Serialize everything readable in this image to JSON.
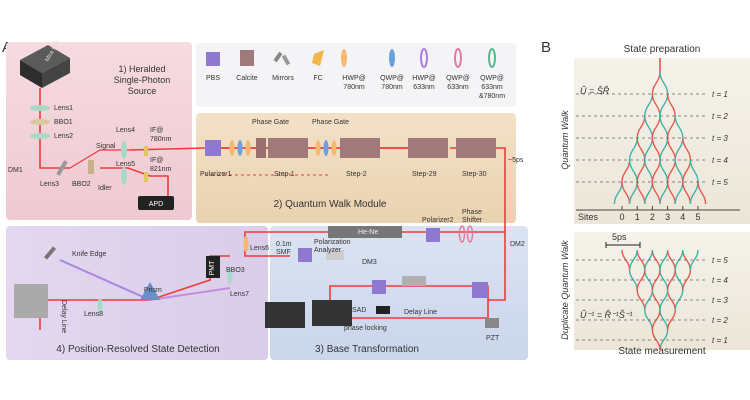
{
  "panel_a": {
    "letter": "A",
    "sections": {
      "source": "1) Heralded Single-Photon Source",
      "source_line1": "1) Heralded",
      "source_line2": "Single-Photon",
      "source_line3": "Source",
      "walk": "2) Quantum Walk Module",
      "base": "3) Base Transformation",
      "detection": "4) Position-Resolved State Detection"
    },
    "laser_label": "Mira 900",
    "legend": [
      {
        "key": "pbs",
        "label": "PBS"
      },
      {
        "key": "calcite",
        "label": "Calcite"
      },
      {
        "key": "mirrors",
        "label": "Mirrors"
      },
      {
        "key": "fc",
        "label": "FC"
      },
      {
        "key": "hwp780",
        "label1": "HWP@",
        "label2": "780nm"
      },
      {
        "key": "qwp780",
        "label1": "QWP@",
        "label2": "780nm"
      },
      {
        "key": "hwp633",
        "label1": "HWP@",
        "label2": "633nm"
      },
      {
        "key": "qwp633",
        "label1": "QWP@",
        "label2": "633nm"
      },
      {
        "key": "qwp633780",
        "label1": "QWP@",
        "label2": "633nm",
        "label3": "&780nm"
      }
    ],
    "components": {
      "lens1": "Lens1",
      "bbo1": "BBO1",
      "lens2": "Lens2",
      "dm1": "DM1",
      "lens3": "Lens3",
      "bbo2": "BBO2",
      "signal": "Signal",
      "idler": "Idler",
      "lens4": "Lens4",
      "lens5": "Lens5",
      "if780a": "IF@",
      "if780b": "780nm",
      "if821a": "IF@",
      "if821b": "821nm",
      "apd": "APD",
      "phase_gate1": "Phase Gate",
      "phase_gate2": "Phase Gate",
      "polarizer1": "Polarizer1",
      "step1": "Step-1",
      "step2": "Step-2",
      "step29": "Step-29",
      "step30": "Step-30",
      "delay5ps": "~5ps",
      "polarizer2": "Polarizer2",
      "phase_shifter1": "Phase",
      "phase_shifter2": "Shifter",
      "hene": "He-Ne",
      "dm2": "DM2",
      "dm3": "DM3",
      "pol_analyzer1": "Polarization",
      "pol_analyzer2": "Analyzer",
      "smf1": "0.1m",
      "smf2": "SMF",
      "lens6": "Lens6",
      "lens7": "Lens7",
      "bbo3": "BBO3",
      "pmt": "PMT",
      "knife_edge": "Knife Edge",
      "prism": "Prism",
      "lens8": "Lens8",
      "delay_line_left": "Delay Line",
      "sad": "SAD",
      "delay_line": "Delay Line",
      "phase_locking": "phase locking",
      "pzt": "PZT"
    }
  },
  "panel_b": {
    "letter": "B",
    "top_title": "State preparation",
    "bottom_title": "State measurement",
    "top_axis_label": "Quantum Walk",
    "bottom_axis_label": "Duplicate Quantum Walk",
    "top_operator": "Û = ŜR̂",
    "bottom_operator": "Û⁻¹ = R̂⁻¹Ŝ⁻¹",
    "sites_label": "Sites",
    "sites": [
      "0",
      "1",
      "2",
      "3",
      "4",
      "5"
    ],
    "delay_label": "5ps",
    "time_labels_top": [
      "t = 1",
      "t = 2",
      "t = 3",
      "t = 4",
      "t = 5"
    ],
    "time_labels_bottom": [
      "t = 5",
      "t = 4",
      "t = 3",
      "t = 2",
      "t = 1"
    ],
    "colors": {
      "walk_red": "#e8564f",
      "walk_teal": "#3fb3aa",
      "beam": "#f03a3a"
    }
  }
}
